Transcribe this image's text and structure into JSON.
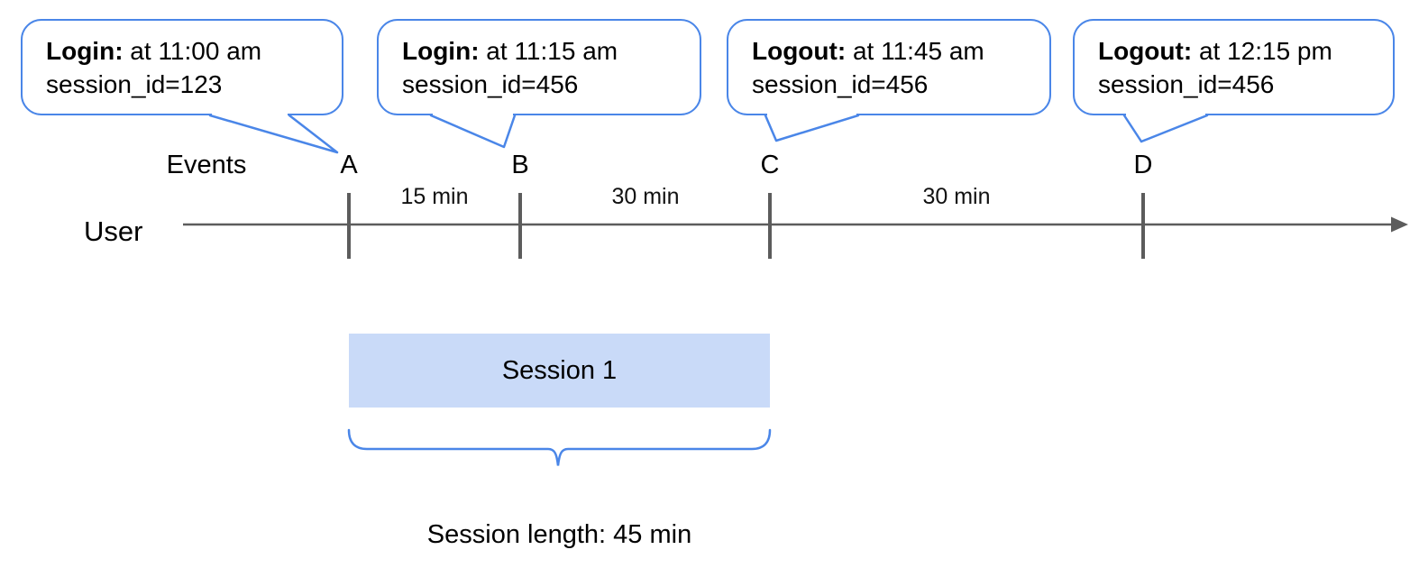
{
  "callouts": [
    {
      "bold": "Login:",
      "text": " at 11:00 am",
      "line2": "session_id=123"
    },
    {
      "bold": "Login:",
      "text": " at 11:15 am",
      "line2": "session_id=456"
    },
    {
      "bold": "Logout:",
      "text": " at 11:45 am",
      "line2": "session_id=456"
    },
    {
      "bold": "Logout:",
      "text": " at 12:15 pm",
      "line2": "session_id=456"
    }
  ],
  "timeline": {
    "events_label": "Events",
    "user_label": "User",
    "markers": [
      "A",
      "B",
      "C",
      "D"
    ],
    "gaps": [
      "15 min",
      "30 min",
      "30 min"
    ]
  },
  "session": {
    "label": "Session 1",
    "length": "Session length: 45 min"
  },
  "colors": {
    "accent_blue": "#4a86e8",
    "session_fill": "#c9daf8",
    "axis_gray": "#5c5c5c",
    "text": "#000000"
  }
}
